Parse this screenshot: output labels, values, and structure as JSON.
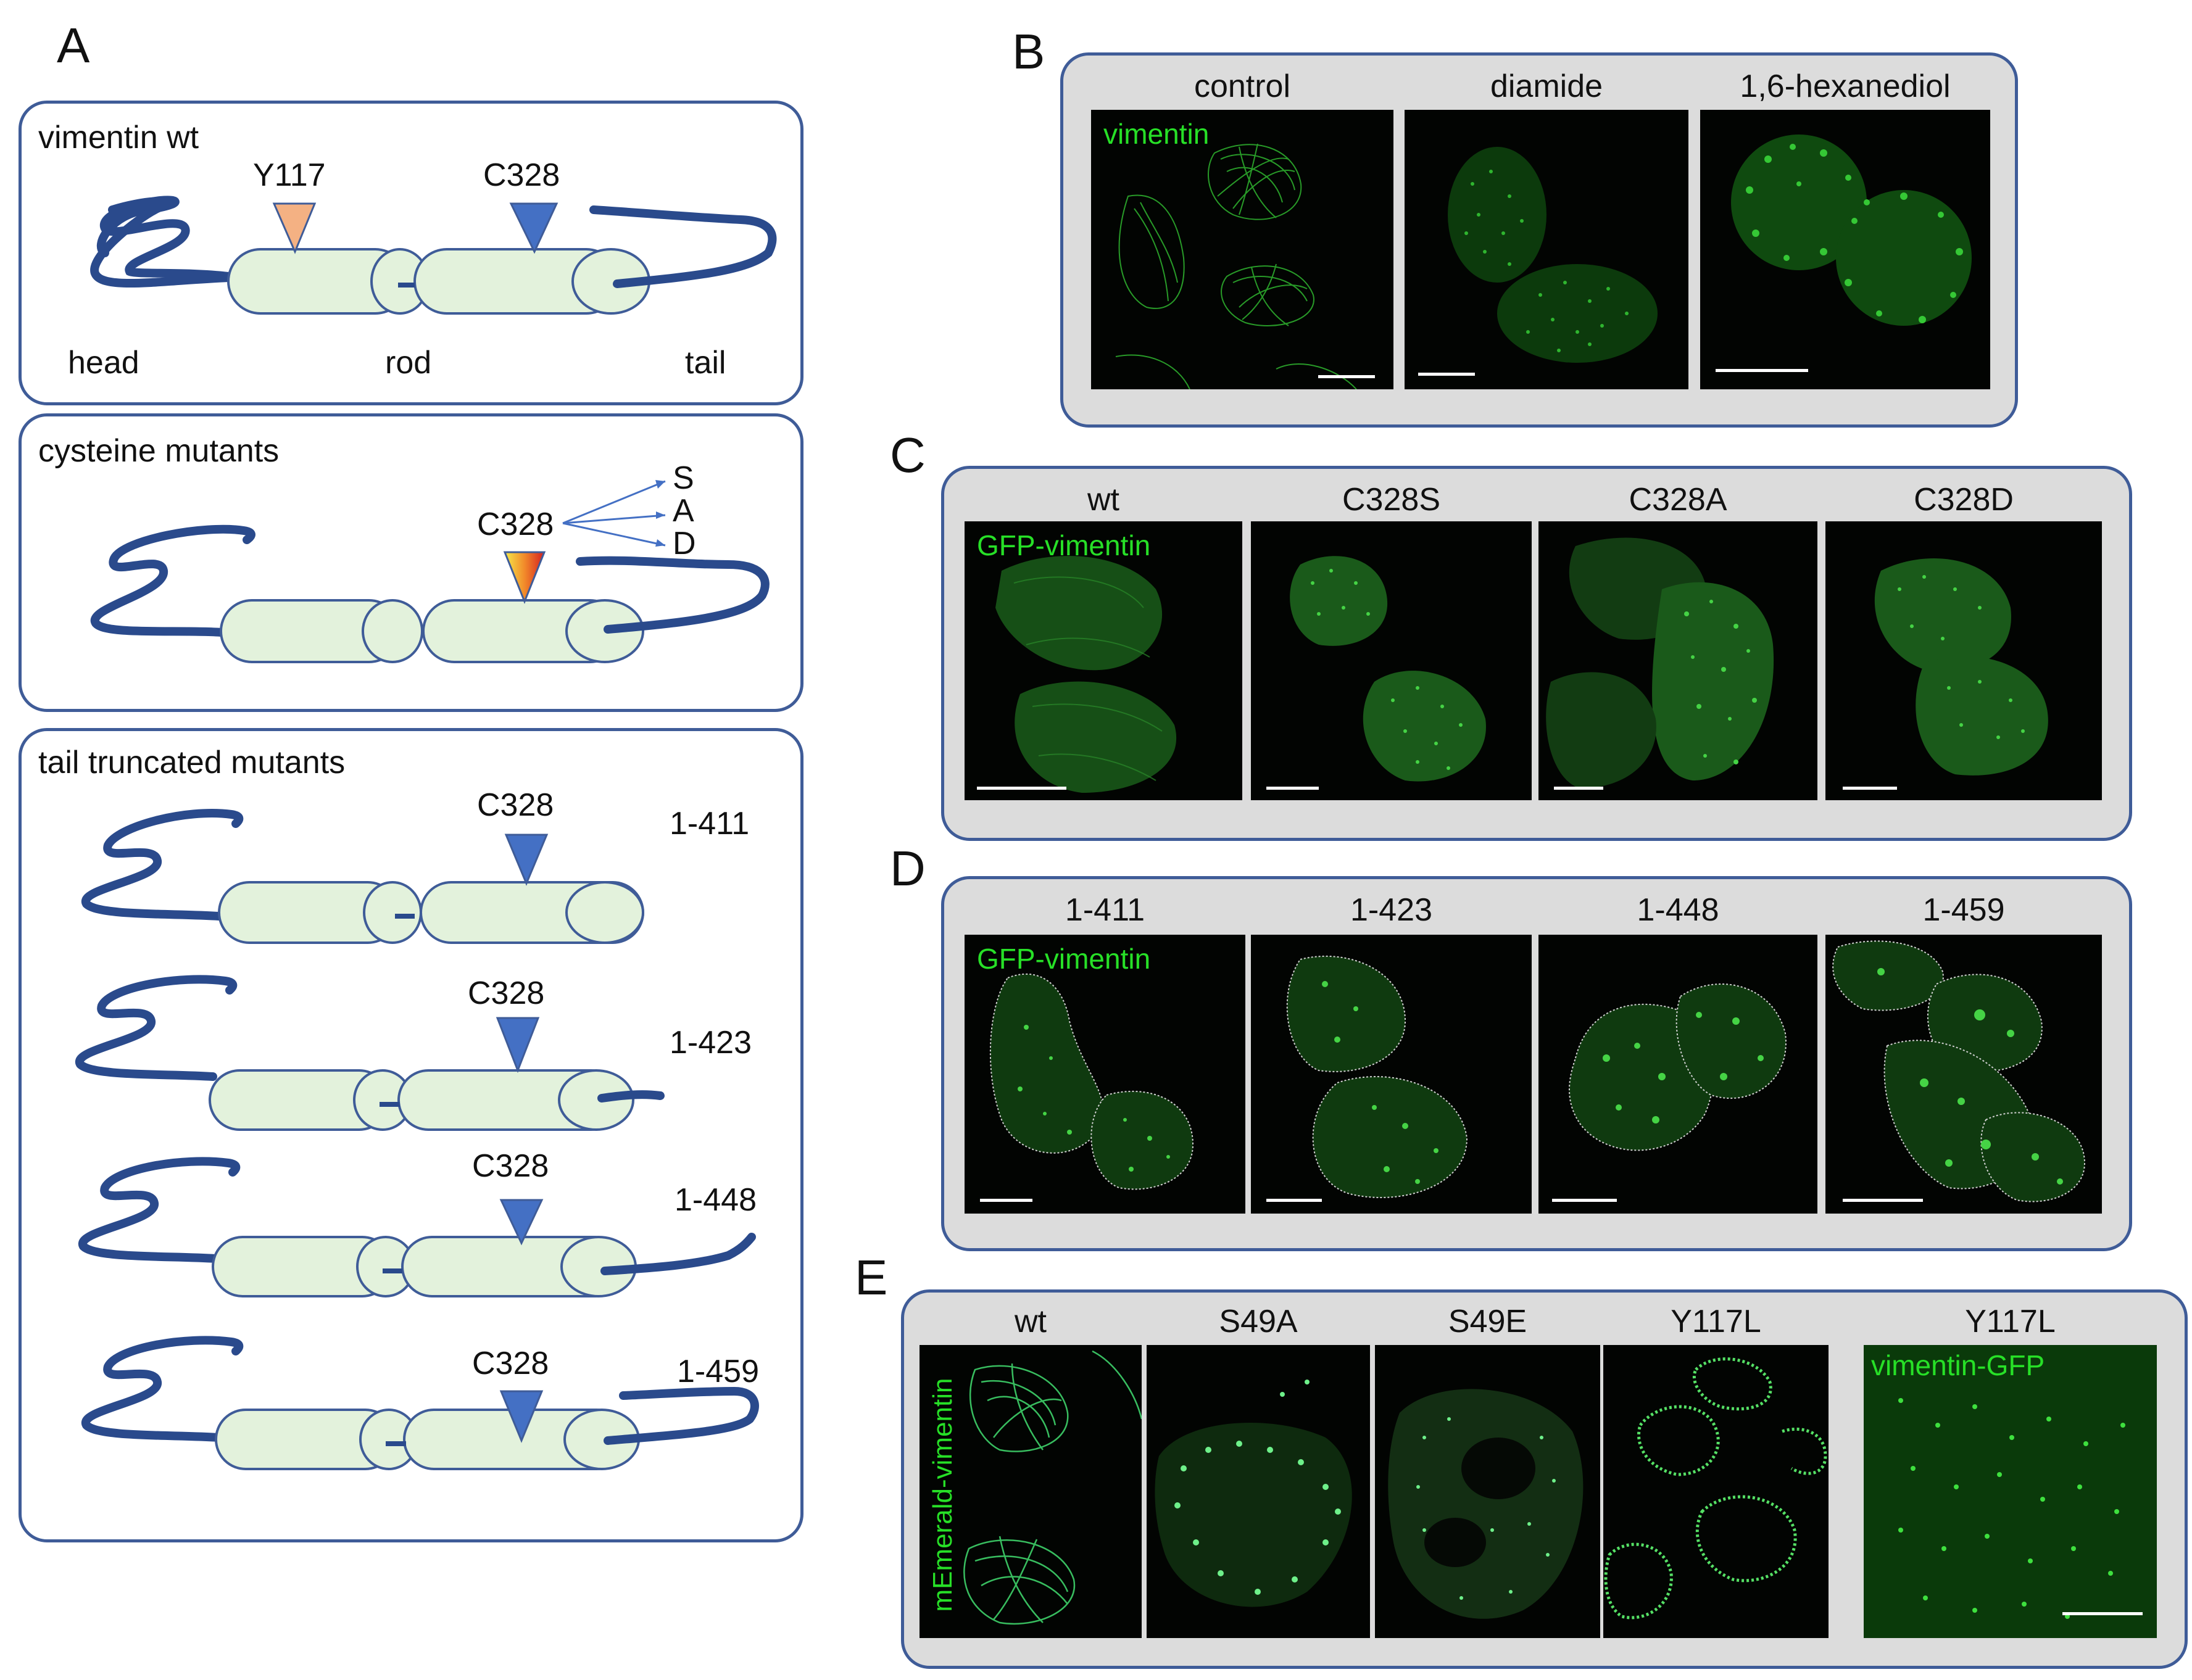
{
  "colors": {
    "box_border": "#3f5c98",
    "rod_fill": "#e3f2dc",
    "chain": "#2a4a8c",
    "c328_marker": "#4470c4",
    "y117_marker": "#f4b183",
    "fluor_green": "#27e027",
    "gray_panel": "#dcdcdc"
  },
  "panel_a": {
    "label": "A",
    "wt": {
      "title": "vimentin wt",
      "y117": "Y117",
      "c328": "C328",
      "head": "head",
      "rod": "rod",
      "tail": "tail"
    },
    "cys": {
      "title": "cysteine mutants",
      "c328": "C328",
      "subs": [
        "S",
        "A",
        "D"
      ]
    },
    "trunc": {
      "title": "tail truncated mutants",
      "rows": [
        {
          "marker": "C328",
          "range": "1-411"
        },
        {
          "marker": "C328",
          "range": "1-423"
        },
        {
          "marker": "C328",
          "range": "1-448"
        },
        {
          "marker": "C328",
          "range": "1-459"
        }
      ]
    }
  },
  "panel_b": {
    "label": "B",
    "columns": [
      "control",
      "diamide",
      "1,6-hexanediol"
    ],
    "stain": "vimentin"
  },
  "panel_c": {
    "label": "C",
    "columns": [
      "wt",
      "C328S",
      "C328A",
      "C328D"
    ],
    "stain": "GFP-vimentin"
  },
  "panel_d": {
    "label": "D",
    "columns": [
      "1-411",
      "1-423",
      "1-448",
      "1-459"
    ],
    "stain": "GFP-vimentin"
  },
  "panel_e": {
    "label": "E",
    "columns": [
      "wt",
      "S49A",
      "S49E",
      "Y117L",
      "Y117L"
    ],
    "stain_left": "mEmerald-vimentin",
    "stain_right": "vimentin-GFP"
  }
}
